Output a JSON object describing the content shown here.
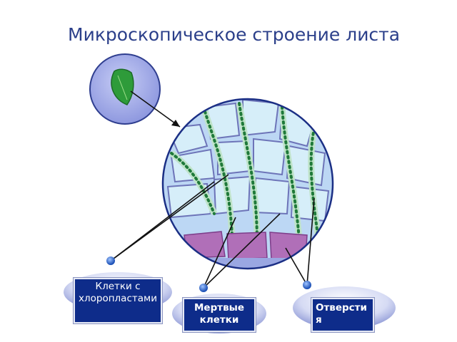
{
  "title": "Микроскопическое строение листа",
  "labels": {
    "chloroplast_cells": "Клетки с хлоропластами",
    "dead_cells": "Мертвые клетки",
    "openings": "Отверстия"
  },
  "colors": {
    "title": "#2b3f8a",
    "label_bg": "#0e2c8a",
    "circle_bg": "#9aa7e2",
    "cell_fill": "#cfe9f7",
    "chloroplast": "#1f7a3a",
    "dead_cell": "#b06fb8"
  }
}
